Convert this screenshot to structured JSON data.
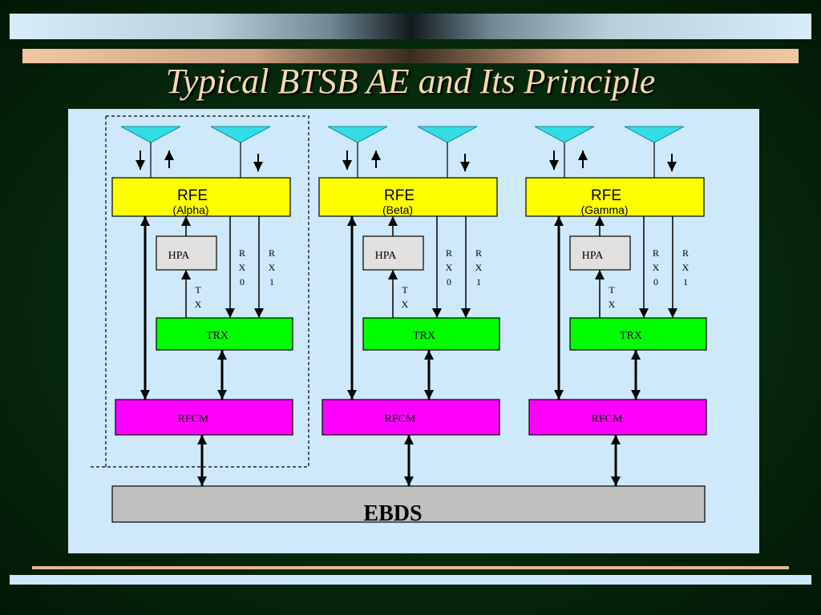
{
  "slide": {
    "title": "Typical BTSB AE and Its Principle"
  },
  "diagram": {
    "sectors": [
      {
        "rfe_label": "RFE",
        "sector_name": "(Alpha)",
        "hpa_label": "HPA",
        "trx_label": "TRX",
        "rfcm_label": "RFCM",
        "tx_label": "T X",
        "rx0_label": "R X 0",
        "rx1_label": "R X 1"
      },
      {
        "rfe_label": "RFE",
        "sector_name": "(Beta)",
        "hpa_label": "HPA",
        "trx_label": "TRX",
        "rfcm_label": "RFCM",
        "tx_label": "T X",
        "rx0_label": "R X 0",
        "rx1_label": "R X 1"
      },
      {
        "rfe_label": "RFE",
        "sector_name": "(Gamma)",
        "hpa_label": "HPA",
        "trx_label": "TRX",
        "rfcm_label": "RFCM",
        "tx_label": "T X",
        "rx0_label": "R X 0",
        "rx1_label": "R X 1"
      }
    ],
    "ebds_label": "EBDS",
    "colors": {
      "rfe": "#ffff00",
      "trx": "#00ff00",
      "rfcm": "#ff00ff",
      "hpa": "#e0e0e0",
      "ebds": "#c0c0c0",
      "antenna": "#33dde8"
    }
  }
}
